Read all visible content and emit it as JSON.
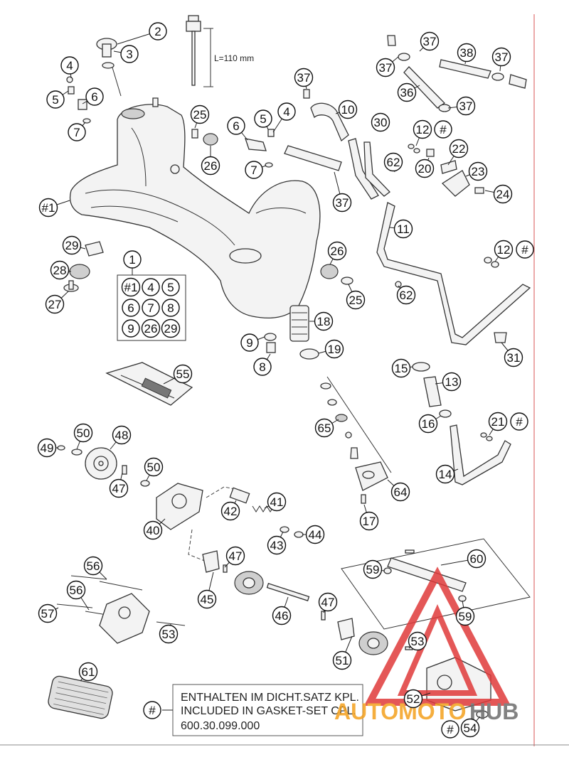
{
  "diagram": {
    "dimension_label": "L=110 mm",
    "legend_symbol": "#",
    "legend_lines": [
      "ENTHALTEN IM DICHT.SATZ KPL.",
      "INCLUDED IN GASKET-SET CPL.",
      "600.30.099.000"
    ],
    "group_box_title": "1",
    "group_box_items": [
      "#1",
      "4",
      "5",
      "6",
      "7",
      "8",
      "9",
      "26",
      "29"
    ],
    "watermark": {
      "text_part1": "AUTOMOTO",
      "text_part2": "HUB",
      "color_red": "#e03a3a",
      "color_orange": "#f4a11d",
      "color_gray": "#6d6d6d"
    },
    "border_line_color": "#e07070",
    "callouts": [
      {
        "id": "c-2",
        "label": "2"
      },
      {
        "id": "c-3",
        "label": "3"
      },
      {
        "id": "c-4a",
        "label": "4"
      },
      {
        "id": "c-5a",
        "label": "5"
      },
      {
        "id": "c-6a",
        "label": "6"
      },
      {
        "id": "c-7a",
        "label": "7"
      },
      {
        "id": "c-25a",
        "label": "25"
      },
      {
        "id": "c-26a",
        "label": "26"
      },
      {
        "id": "c-6b",
        "label": "6"
      },
      {
        "id": "c-5b",
        "label": "5"
      },
      {
        "id": "c-4b",
        "label": "4"
      },
      {
        "id": "c-7b",
        "label": "7"
      },
      {
        "id": "c-37a",
        "label": "37"
      },
      {
        "id": "c-10",
        "label": "10"
      },
      {
        "id": "c-37b",
        "label": "37"
      },
      {
        "id": "c-30",
        "label": "30"
      },
      {
        "id": "c-62a",
        "label": "62"
      },
      {
        "id": "c-37c",
        "label": "37"
      },
      {
        "id": "c-38",
        "label": "38"
      },
      {
        "id": "c-37d",
        "label": "37"
      },
      {
        "id": "c-37e",
        "label": "37"
      },
      {
        "id": "c-36",
        "label": "36"
      },
      {
        "id": "c-37f",
        "label": "37"
      },
      {
        "id": "c-12a",
        "label": "12"
      },
      {
        "id": "c-hash1",
        "label": "#"
      },
      {
        "id": "c-22",
        "label": "22"
      },
      {
        "id": "c-20",
        "label": "20"
      },
      {
        "id": "c-23",
        "label": "23"
      },
      {
        "id": "c-24",
        "label": "24"
      },
      {
        "id": "c-11",
        "label": "11"
      },
      {
        "id": "c-12b",
        "label": "12"
      },
      {
        "id": "c-hash2",
        "label": "#"
      },
      {
        "id": "c-62b",
        "label": "62"
      },
      {
        "id": "c-31",
        "label": "31"
      },
      {
        "id": "c-h1",
        "label": "#1"
      },
      {
        "id": "c-29a",
        "label": "29"
      },
      {
        "id": "c-28",
        "label": "28"
      },
      {
        "id": "c-27",
        "label": "27"
      },
      {
        "id": "c-1",
        "label": "1"
      },
      {
        "id": "c-26b",
        "label": "26"
      },
      {
        "id": "c-25b",
        "label": "25"
      },
      {
        "id": "c-18",
        "label": "18"
      },
      {
        "id": "c-9",
        "label": "9"
      },
      {
        "id": "c-8",
        "label": "8"
      },
      {
        "id": "c-19",
        "label": "19"
      },
      {
        "id": "c-15",
        "label": "15"
      },
      {
        "id": "c-13",
        "label": "13"
      },
      {
        "id": "c-55",
        "label": "55"
      },
      {
        "id": "c-65",
        "label": "65"
      },
      {
        "id": "c-16",
        "label": "16"
      },
      {
        "id": "c-21",
        "label": "21"
      },
      {
        "id": "c-hash3",
        "label": "#"
      },
      {
        "id": "c-14",
        "label": "14"
      },
      {
        "id": "c-64",
        "label": "64"
      },
      {
        "id": "c-17",
        "label": "17"
      },
      {
        "id": "c-49",
        "label": "49"
      },
      {
        "id": "c-50a",
        "label": "50"
      },
      {
        "id": "c-48",
        "label": "48"
      },
      {
        "id": "c-47a",
        "label": "47"
      },
      {
        "id": "c-50b",
        "label": "50"
      },
      {
        "id": "c-40",
        "label": "40"
      },
      {
        "id": "c-42",
        "label": "42"
      },
      {
        "id": "c-41",
        "label": "41"
      },
      {
        "id": "c-43",
        "label": "43"
      },
      {
        "id": "c-44",
        "label": "44"
      },
      {
        "id": "c-47b",
        "label": "47"
      },
      {
        "id": "c-45",
        "label": "45"
      },
      {
        "id": "c-46",
        "label": "46"
      },
      {
        "id": "c-47c",
        "label": "47"
      },
      {
        "id": "c-51",
        "label": "51"
      },
      {
        "id": "c-60",
        "label": "60"
      },
      {
        "id": "c-59a",
        "label": "59"
      },
      {
        "id": "c-59b",
        "label": "59"
      },
      {
        "id": "c-53a",
        "label": "53"
      },
      {
        "id": "c-52",
        "label": "52"
      },
      {
        "id": "c-54",
        "label": "54"
      },
      {
        "id": "c-hash4",
        "label": "#"
      },
      {
        "id": "c-56a",
        "label": "56"
      },
      {
        "id": "c-56b",
        "label": "56"
      },
      {
        "id": "c-57",
        "label": "57"
      },
      {
        "id": "c-53b",
        "label": "53"
      },
      {
        "id": "c-61",
        "label": "61"
      },
      {
        "id": "c-hash5",
        "label": "#"
      }
    ]
  }
}
